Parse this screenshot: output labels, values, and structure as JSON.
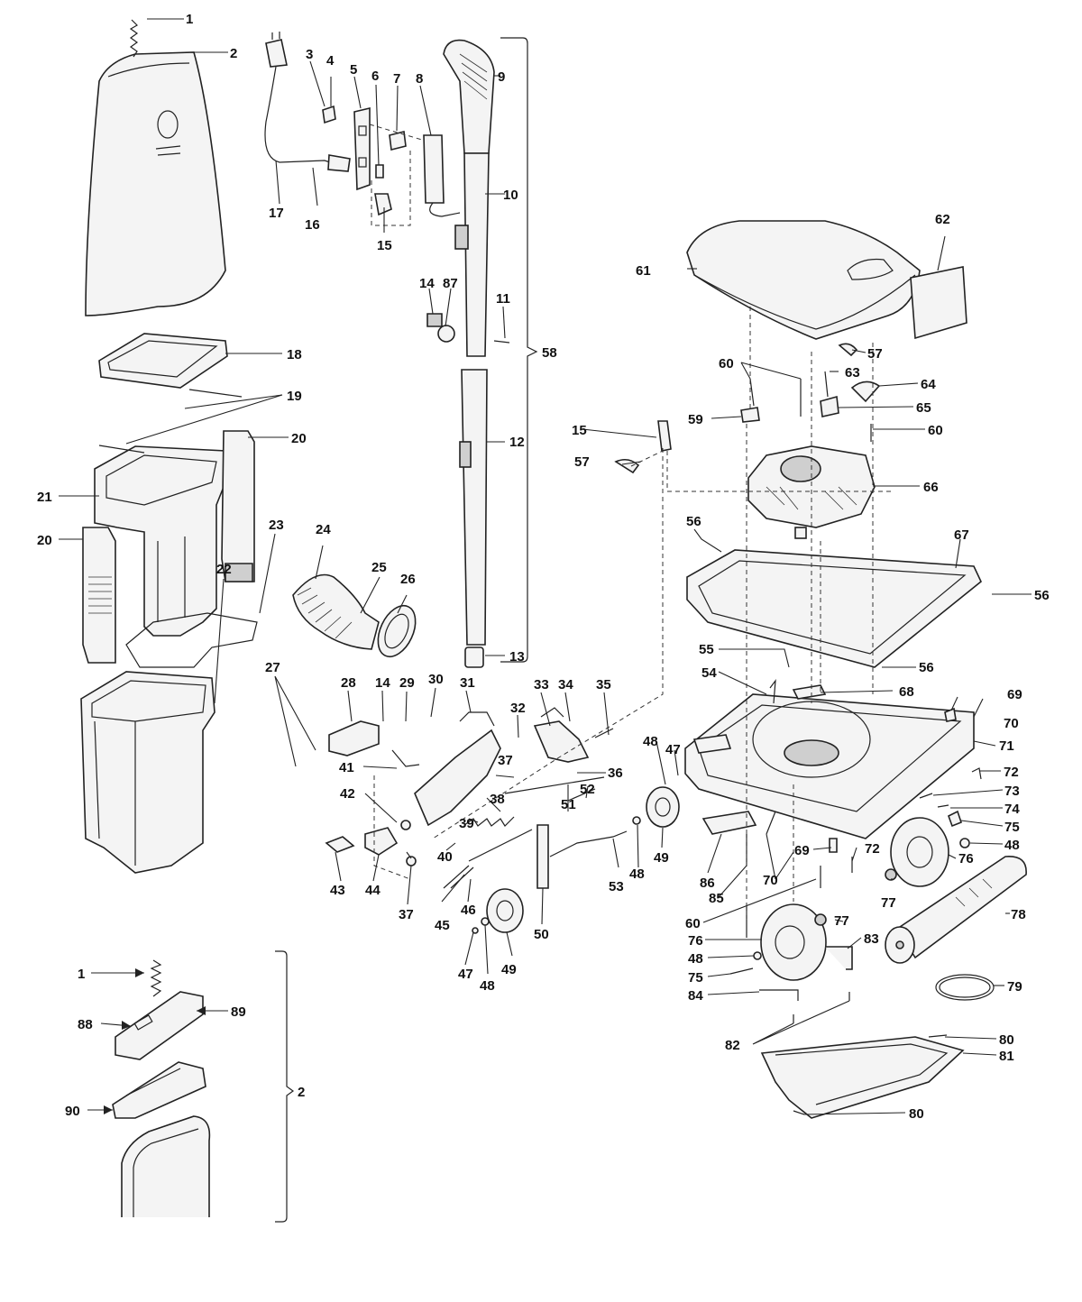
{
  "callouts": {
    "c1": "1",
    "c2": "2",
    "c3": "3",
    "c4": "4",
    "c5": "5",
    "c6": "6",
    "c7": "7",
    "c8": "8",
    "c9": "9",
    "c10": "10",
    "c11": "11",
    "c12": "12",
    "c13": "13",
    "c14": "14",
    "c14b": "14",
    "c15": "15",
    "c15b": "15",
    "c16": "16",
    "c17": "17",
    "c18": "18",
    "c19": "19",
    "c20": "20",
    "c20b": "20",
    "c21": "21",
    "c22": "22",
    "c23": "23",
    "c24": "24",
    "c25": "25",
    "c26": "26",
    "c27": "27",
    "c28": "28",
    "c29": "29",
    "c30": "30",
    "c31": "31",
    "c32": "32",
    "c33": "33",
    "c34": "34",
    "c35": "35",
    "c36": "36",
    "c37": "37",
    "c37b": "37",
    "c38": "38",
    "c39": "39",
    "c40": "40",
    "c41": "41",
    "c42": "42",
    "c43": "43",
    "c44": "44",
    "c45": "45",
    "c46": "46",
    "c47": "47",
    "c47b": "47",
    "c48": "48",
    "c48b": "48",
    "c48c": "48",
    "c48d": "48",
    "c48e": "48",
    "c49": "49",
    "c49b": "49",
    "c50": "50",
    "c51": "51",
    "c52": "52",
    "c53": "53",
    "c54": "54",
    "c55": "55",
    "c56": "56",
    "c56b": "56",
    "c56c": "56",
    "c57": "57",
    "c57b": "57",
    "c58": "58",
    "c59": "59",
    "c60": "60",
    "c60b": "60",
    "c60c": "60",
    "c61": "61",
    "c62": "62",
    "c63": "63",
    "c64": "64",
    "c65": "65",
    "c66": "66",
    "c67": "67",
    "c68": "68",
    "c69": "69",
    "c69b": "69",
    "c70": "70",
    "c70b": "70",
    "c71": "71",
    "c72": "72",
    "c72b": "72",
    "c73": "73",
    "c74": "74",
    "c75": "75",
    "c75b": "75",
    "c76": "76",
    "c76b": "76",
    "c77": "77",
    "c77b": "77",
    "c78": "78",
    "c79": "79",
    "c80": "80",
    "c80b": "80",
    "c81": "81",
    "c82": "82",
    "c83": "83",
    "c84": "84",
    "c85": "85",
    "c86": "86",
    "c87": "87",
    "c88": "88",
    "c89": "89",
    "c90": "90",
    "d1": "1",
    "d2": "2"
  }
}
